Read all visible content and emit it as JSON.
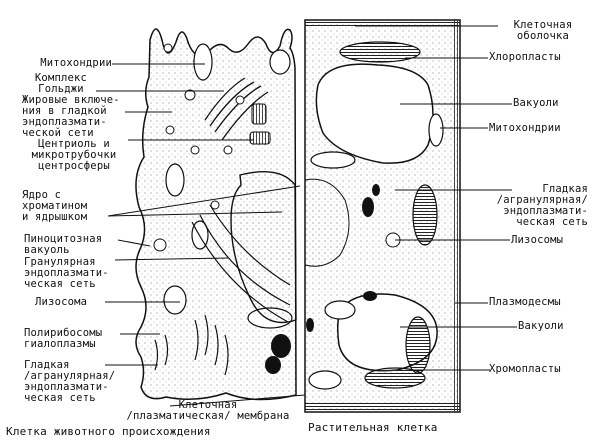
{
  "figure": {
    "animal_cell": {
      "caption": "Клетка животного происхождения",
      "labels": [
        {
          "id": "mitochondria",
          "text": "Митохондрии"
        },
        {
          "id": "golgi",
          "text": "Комплекс\nГольджи"
        },
        {
          "id": "lipid",
          "text": "Жировые включе-\nния в гладкой\nэндоплазмати-\nческой сети"
        },
        {
          "id": "centriole",
          "text": "Центриоль и\nмикротрубочки\nцентросферы"
        },
        {
          "id": "nucleus",
          "text": "Ядро с\nхроматином\nи ядрышком"
        },
        {
          "id": "pinocytic",
          "text": "Пиноцитозная\nвакуоль"
        },
        {
          "id": "rough_er",
          "text": "Гранулярная\nэндоплазмати-\nческая сеть"
        },
        {
          "id": "lysosome",
          "text": "Лизосома"
        },
        {
          "id": "polyribosomes",
          "text": "Полирибосомы\nгиалоплазмы"
        },
        {
          "id": "smooth_er",
          "text": "Гладкая\n/агранулярная/\nэндоплазмати-\nческая сеть"
        }
      ]
    },
    "membrane_label": "Клеточная\n/плазматическая/ мембрана",
    "plant_cell": {
      "caption": "Растительная клетка",
      "labels": [
        {
          "id": "cell_wall",
          "text": "Клеточная\nоболочка"
        },
        {
          "id": "chloroplasts",
          "text": "Хлоропласты"
        },
        {
          "id": "vacuoles_top",
          "text": "Вакуоли"
        },
        {
          "id": "mitochondria",
          "text": "Митохондрии"
        },
        {
          "id": "smooth_er",
          "text": "Гладкая\n/агранулярная/\nэндоплазмати-\nческая сеть"
        },
        {
          "id": "lysosomes",
          "text": "Лизосомы"
        },
        {
          "id": "plasmodesmata",
          "text": "Плазмодесмы"
        },
        {
          "id": "vacuoles_bottom",
          "text": "Вакуоли"
        },
        {
          "id": "chromoplasts",
          "text": "Хромопласты"
        }
      ]
    }
  }
}
